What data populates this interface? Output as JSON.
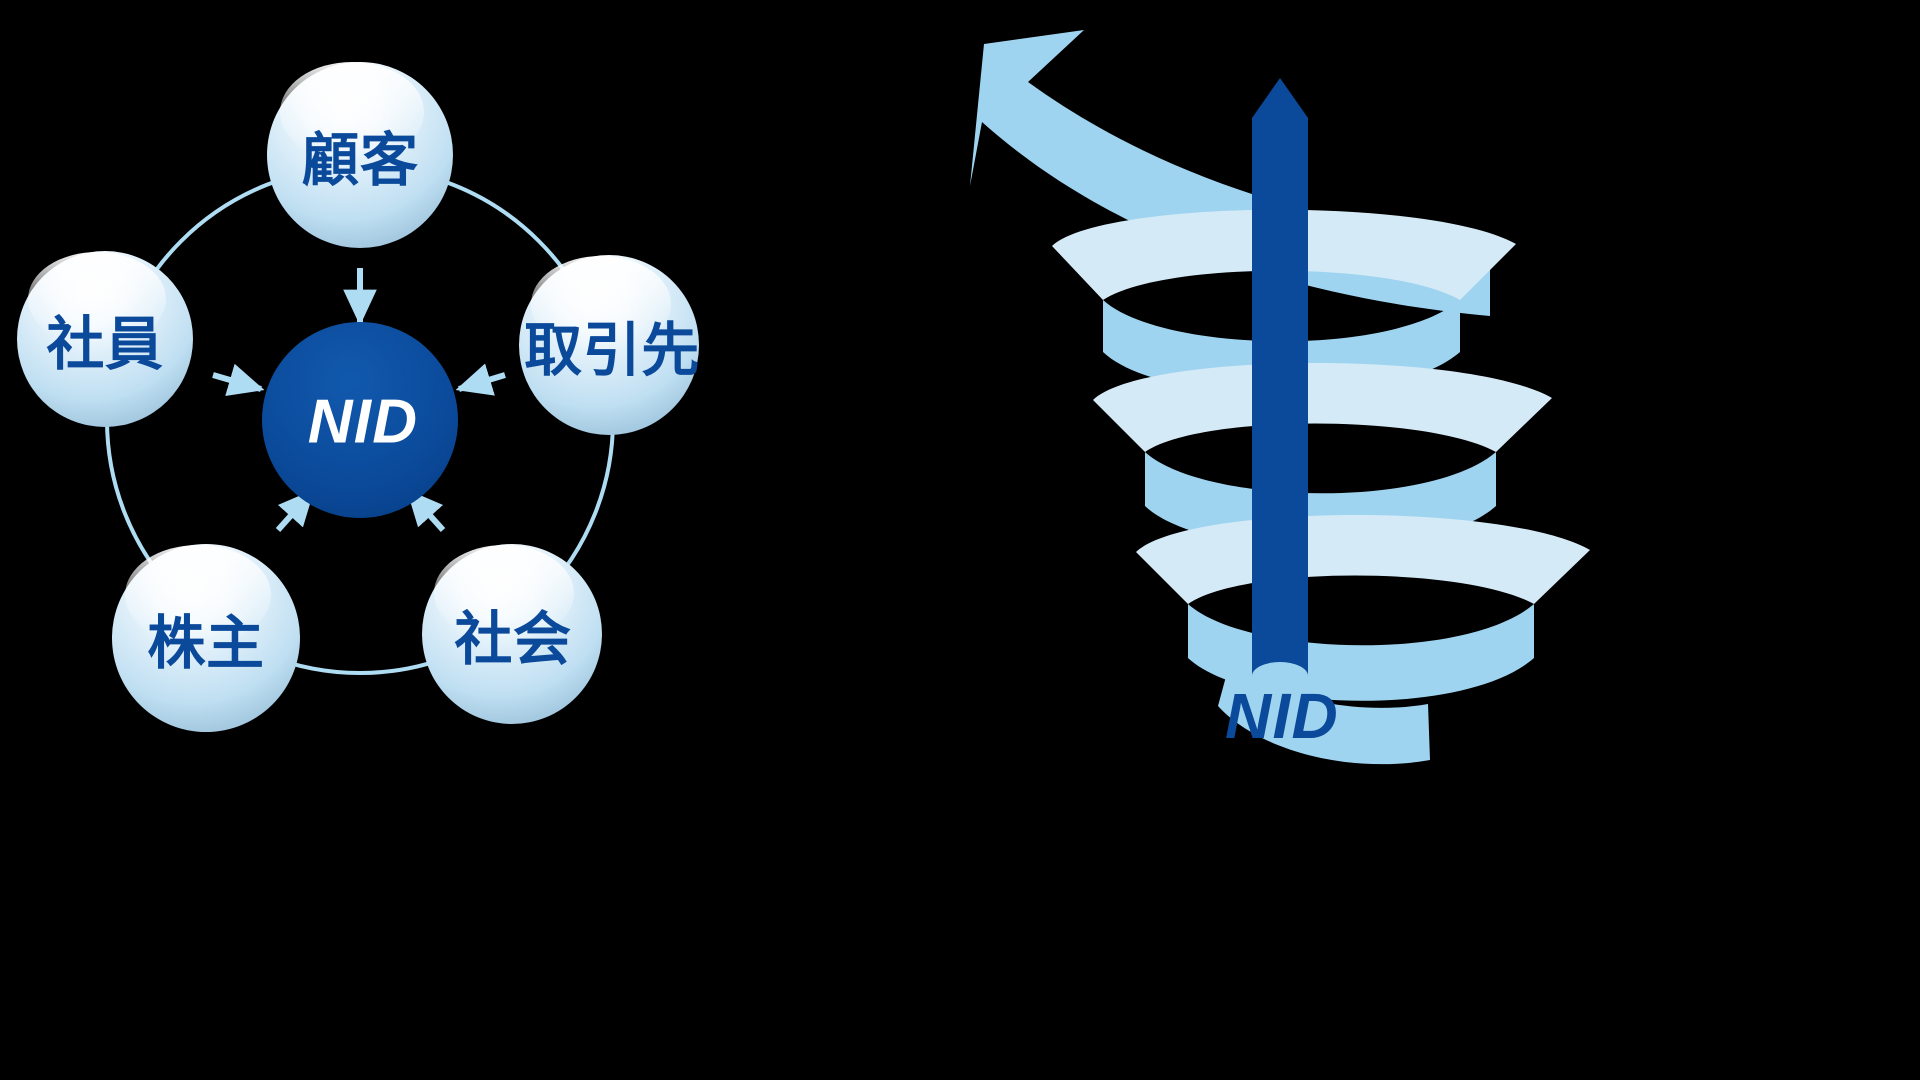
{
  "figure": {
    "background_color": "#000000",
    "accent_dark_blue": "#0b4a9b",
    "accent_mid_blue": "#9fd4f0",
    "accent_pale_blue": "#d5eaf7",
    "sphere_edge_blue": "#a9cfe5",
    "sphere_core_white": "#ffffff",
    "ring_stroke": "#aedcf3"
  },
  "left_diagram": {
    "name": "stakeholder-circle-diagram",
    "center": {
      "label": "NID",
      "fill": "#0b4a9b",
      "text_color": "#ffffff"
    },
    "nodes": [
      {
        "id": "customer",
        "label": "顧客",
        "angle_deg": 90,
        "position": "top"
      },
      {
        "id": "partner",
        "label": "取引先",
        "angle_deg": 18,
        "position": "right"
      },
      {
        "id": "society",
        "label": "社会",
        "angle_deg": -54,
        "position": "bottom-right"
      },
      {
        "id": "shareholder",
        "label": "株主",
        "angle_deg": 234,
        "position": "bottom-left"
      },
      {
        "id": "employee",
        "label": "社員",
        "angle_deg": 162,
        "position": "left"
      }
    ],
    "connector_style": "arrow-pointing-inward",
    "ring_style": "thin-light-blue-circle"
  },
  "right_diagram": {
    "name": "growth-spiral-pillar",
    "pillar_label": "NID",
    "pillar_fill": "#0b4a9b",
    "pillar_base_ellipse_fill": "#9fd4f0",
    "spiral_turns": 3,
    "spiral_front_fill": "#d5eaf7",
    "spiral_back_fill": "#9fd4f0",
    "arrow_fill": "#9fd4f0",
    "arrow_direction": "up-left",
    "description_parts": [
      "upward-left arrow",
      "three-turn ascending ribbon spiral",
      "vertical dark blue pillar with pointed top",
      "light blue ellipse at pillar base"
    ]
  }
}
